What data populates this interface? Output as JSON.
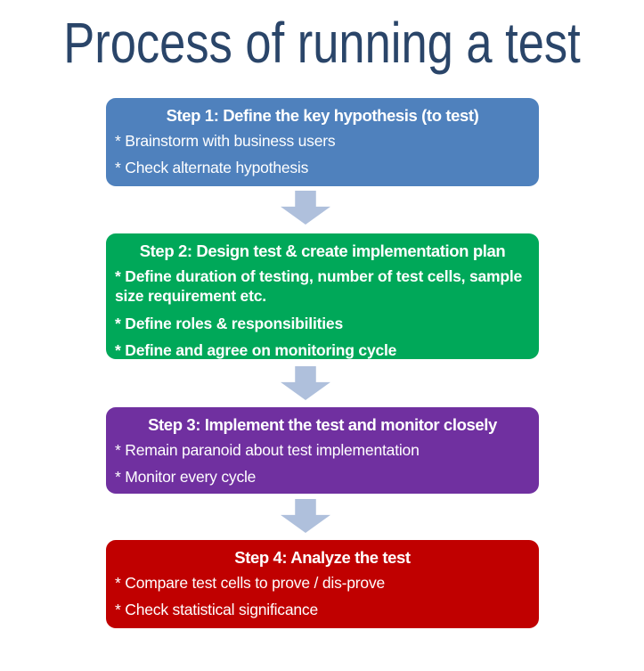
{
  "page": {
    "title": "Process of running a test",
    "title_color": "#2A4569",
    "background_color": "#FFFFFF"
  },
  "arrow": {
    "shape": "down-arrow",
    "color": "#AFC0DC"
  },
  "steps": [
    {
      "id": "step-1",
      "color": "#4F81BD",
      "title": "Step 1: Define the key hypothesis (to test)",
      "bullets": [
        "* Brainstorm with business users",
        "* Check alternate hypothesis"
      ]
    },
    {
      "id": "step-2",
      "color": "#00A859",
      "title": "Step 2: Design test & create implementation plan",
      "bullets": [
        "* Define duration of testing, number of test cells, sample size requirement etc.",
        "* Define roles & responsibilities",
        "* Define and agree on monitoring cycle"
      ]
    },
    {
      "id": "step-3",
      "color": "#7030A0",
      "title": "Step 3: Implement the test and monitor closely",
      "bullets": [
        "* Remain paranoid about test implementation",
        "* Monitor every cycle"
      ]
    },
    {
      "id": "step-4",
      "color": "#C00000",
      "title": "Step 4: Analyze the test",
      "bullets": [
        "* Compare test cells to prove / dis-prove",
        "* Check statistical significance"
      ]
    }
  ]
}
